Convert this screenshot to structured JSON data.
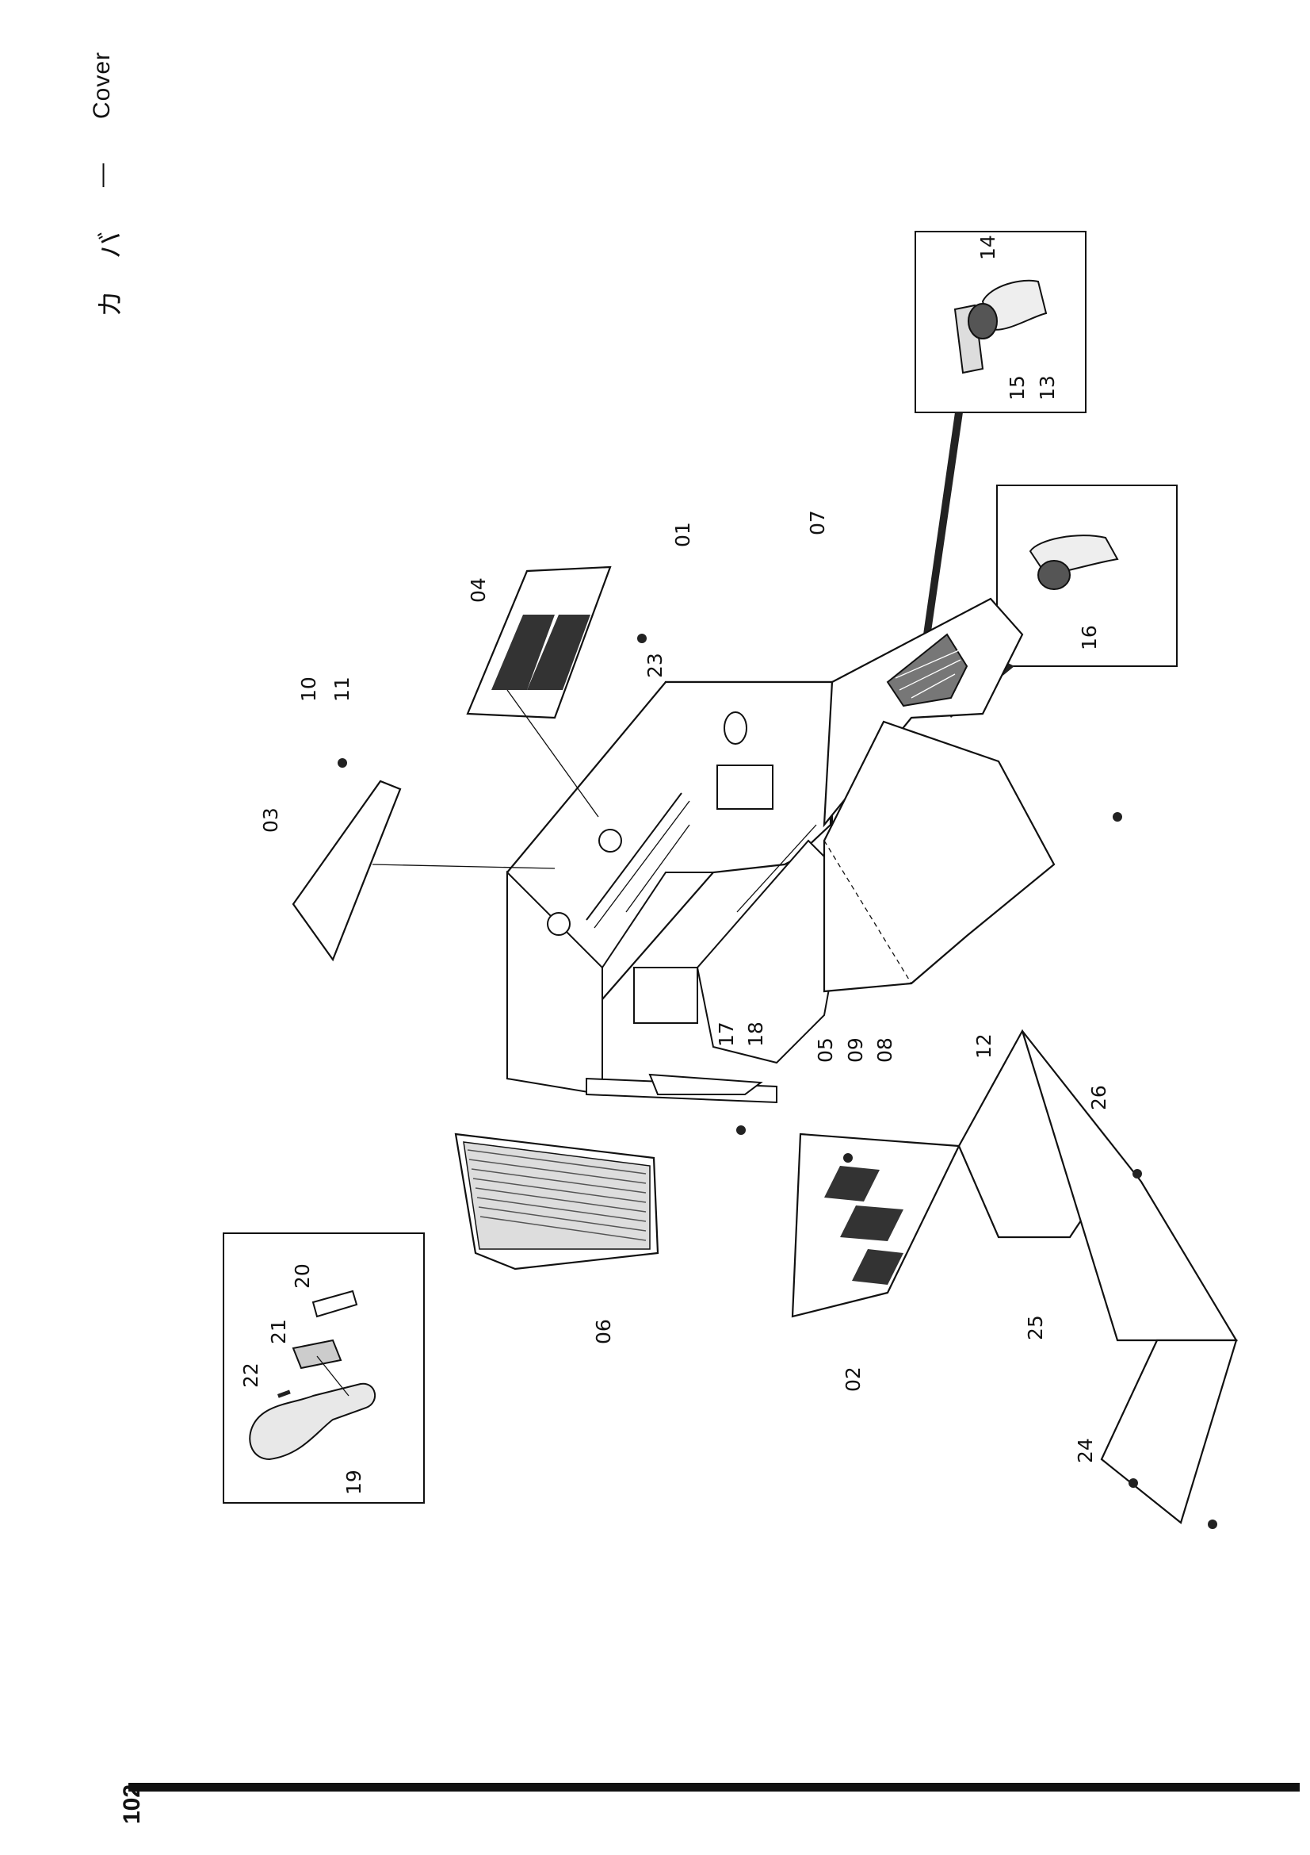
{
  "header": {
    "title_en": "Cover",
    "separator": "—",
    "title_jp": "カバ"
  },
  "footer": {
    "page_number": "102"
  },
  "callouts": [
    "01",
    "02",
    "03",
    "04",
    "05",
    "06",
    "07",
    "08",
    "09",
    "10",
    "11",
    "12",
    "13",
    "14",
    "15",
    "16",
    "17",
    "18",
    "19",
    "20",
    "21",
    "22",
    "23",
    "24",
    "25",
    "26"
  ],
  "diagram": {
    "type": "exploded parts diagram",
    "insets": 3
  }
}
